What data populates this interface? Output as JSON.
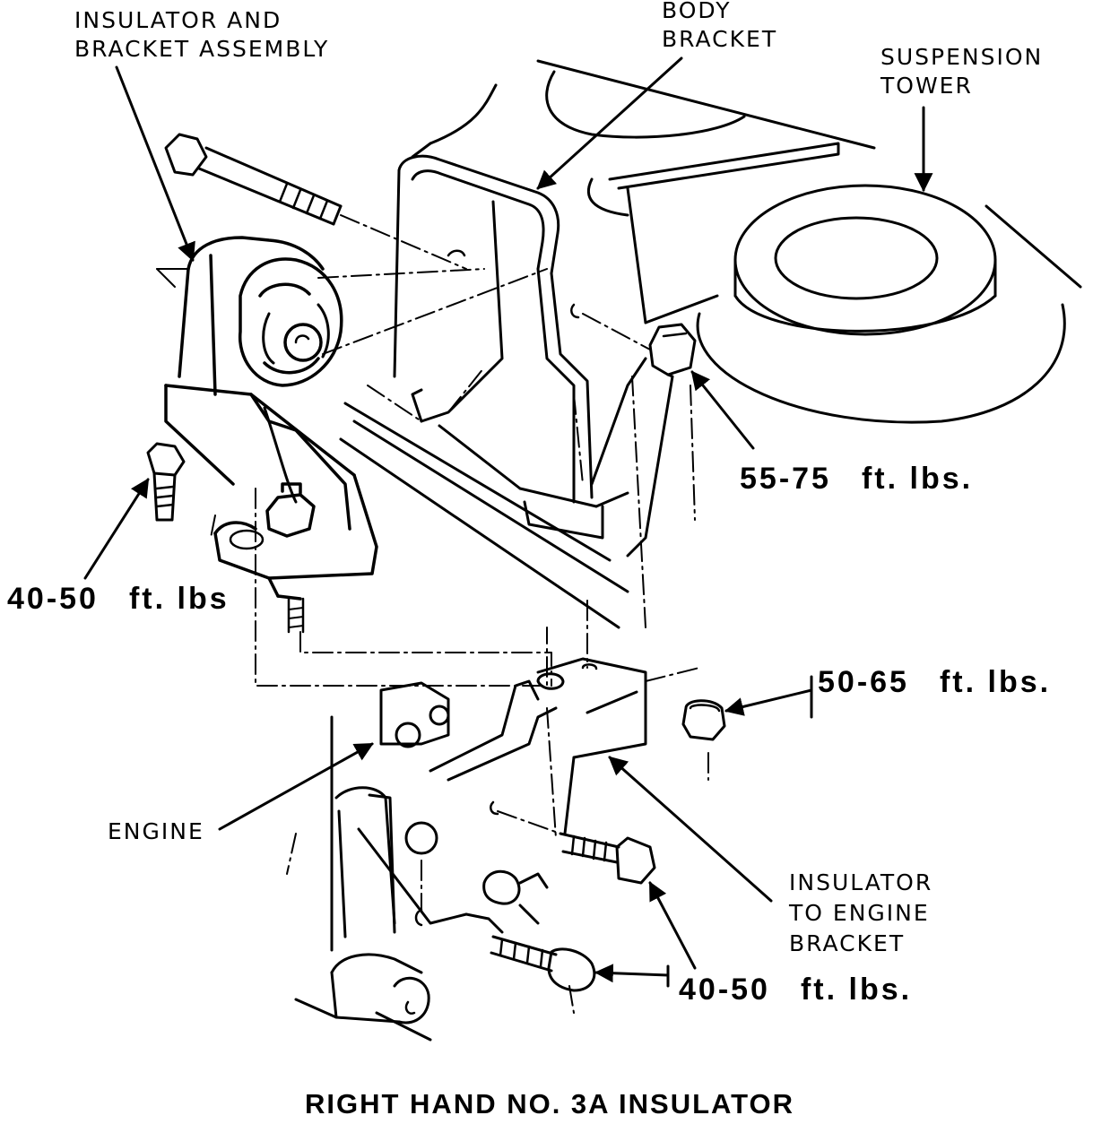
{
  "labels": {
    "insulator_bracket_line1": "INSULATOR AND",
    "insulator_bracket_line2": "BRACKET ASSEMBLY",
    "body_bracket_line1": "BODY",
    "body_bracket_line2": "BRACKET",
    "suspension_tower_line1": "SUSPENSION",
    "suspension_tower_line2": "TOWER",
    "engine": "ENGINE",
    "insulator_engine_line1": "INSULATOR",
    "insulator_engine_line2": "TO ENGINE",
    "insulator_engine_line3": "BRACKET"
  },
  "torques": {
    "body_nut_value": "55-75",
    "body_nut_unit": "ft. lbs.",
    "left_bolt_value": "40-50",
    "left_bolt_unit": "ft. lbs",
    "right_nut_value": "50-65",
    "right_nut_unit": "ft. lbs.",
    "lower_bolt_value": "40-50",
    "lower_bolt_unit": "ft. lbs."
  },
  "caption": "RIGHT HAND NO. 3A INSULATOR",
  "colors": {
    "ink": "#000000",
    "paper": "#ffffff"
  }
}
